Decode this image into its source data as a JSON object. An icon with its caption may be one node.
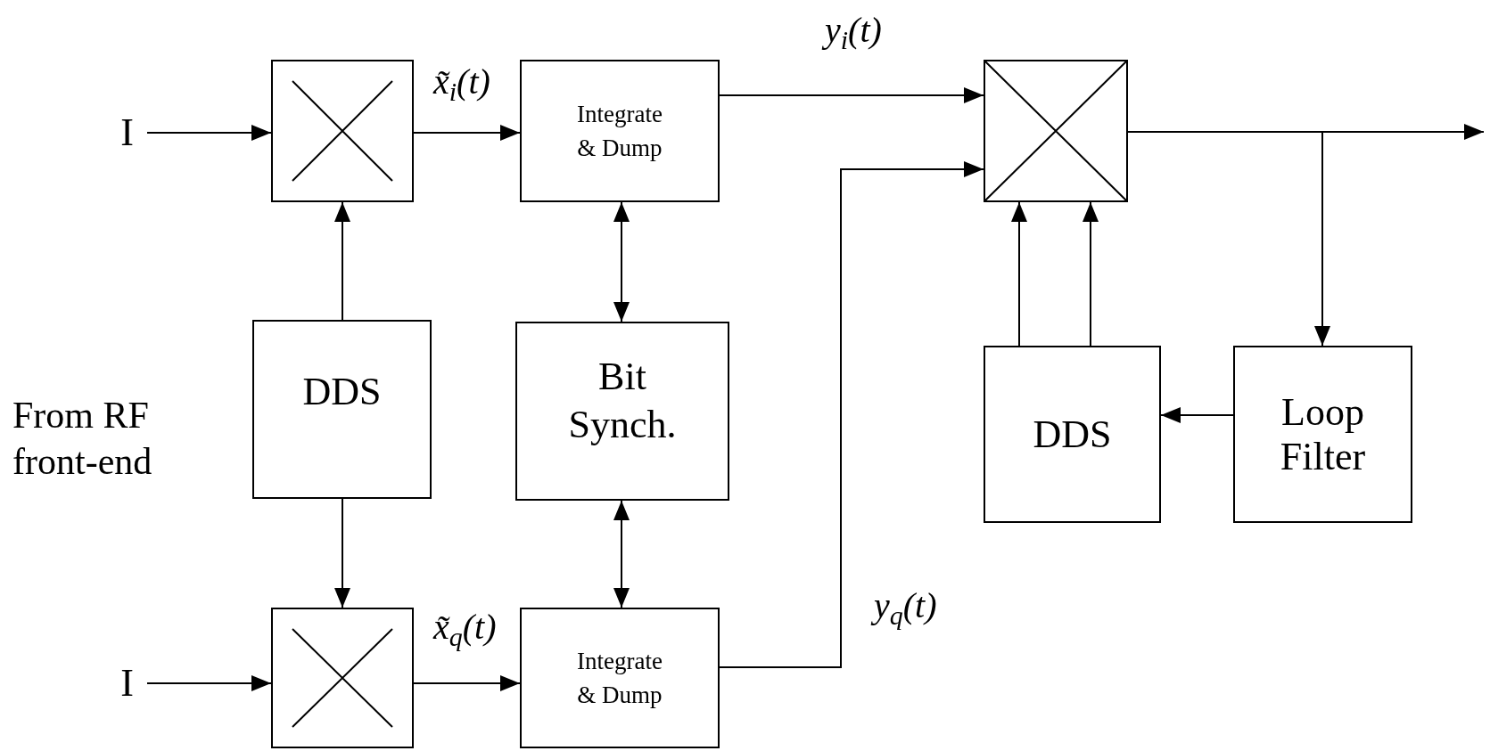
{
  "diagram": {
    "nodes": [
      {
        "text": [
          "I"
        ]
      },
      {
        "text": [],
        "shape": "box"
      },
      {
        "text": [
          "Integrate & Dump"
        ]
      },
      {
        "text": [],
        "shape": "box"
      },
      {
        "text": [
          "DDS"
        ]
      },
      {
        "text": [
          "Bit Synch."
        ]
      },
      {
        "text": [
          "DDS"
        ]
      },
      {
        "text": [
          "Loop Filter"
        ]
      },
      {
        "text": [
          "I"
        ]
      },
      {
        "text": [],
        "shape": "box"
      },
      {
        "text": [
          "Integrate & Dump"
        ]
      }
    ],
    "edges": [
      {
        "from": 0,
        "to": 1,
        "arrow": "to"
      },
      {
        "from": 1,
        "to": 2,
        "arrow": "to",
        "label": "x̃$_{i}$(t)"
      },
      {
        "from": 4,
        "to": 1,
        "arrow": "to"
      },
      {
        "from": 4,
        "to": 9,
        "arrow": "to"
      },
      {
        "from": 8,
        "to": 9,
        "arrow": "to"
      },
      {
        "from": 9,
        "to": 10,
        "arrow": "to",
        "label": "x̃$_{q}$(t)"
      },
      {
        "from": 2,
        "to": 5,
        "arrow": "both"
      },
      {
        "from": 5,
        "to": 10,
        "arrow": "both"
      },
      {
        "from": 2,
        "to": 3,
        "arrow": "to",
        "label": "y$_{i}$(t)"
      },
      {
        "from": 10,
        "to": 3,
        "arrow": "to",
        "label": "y$_{q}$(t)"
      },
      {
        "from": 6,
        "to": 3,
        "arrow": "to"
      },
      {
        "from": 6,
        "to": 3,
        "arrow": "to"
      },
      {
        "from": 3,
        "to": null,
        "arrow": "to"
      },
      {
        "from": 3,
        "to": 7,
        "arrow": "to"
      },
      {
        "from": 7,
        "to": 6,
        "arrow": "to"
      }
    ],
    "labels": [
      "From RF front-end"
    ]
  }
}
